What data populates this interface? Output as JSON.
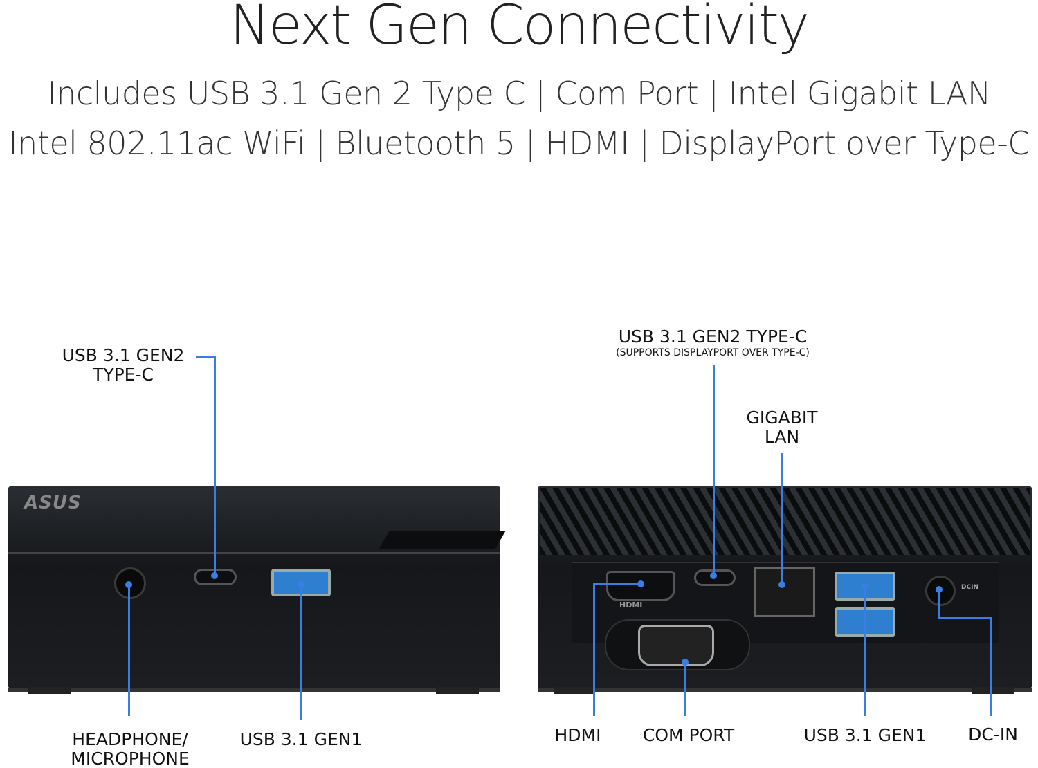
{
  "header": {
    "title": "Next Gen Connectivity",
    "line1": "Includes USB 3.1 Gen 2 Type C  |  Com Port  |  Intel Gigabit LAN",
    "line2": "Intel 802.11ac WiFi  |  Bluetooth 5  |  HDMI  |  DisplayPort over Type-C"
  },
  "front": {
    "brand": "ASUS",
    "labels": {
      "typec_1": "USB 3.1 GEN2",
      "typec_2": "TYPE-C",
      "audio_1": "HEADPHONE/",
      "audio_2": "MICROPHONE",
      "usb": "USB 3.1 GEN1"
    }
  },
  "rear": {
    "labels": {
      "typec": "USB 3.1 GEN2 TYPE-C",
      "typec_note": "(SUPPORTS DISPLAYPORT OVER TYPE-C)",
      "lan_1": "GIGABIT",
      "lan_2": "LAN",
      "hdmi": "HDMI",
      "com": "COM PORT",
      "usb": "USB 3.1 GEN1",
      "dc": "DC-IN"
    },
    "port_marks": {
      "hdmi": "HDMI",
      "dcin": "DCIN"
    }
  },
  "colors": {
    "leader": "#3a7de3",
    "device": "#1b1d20",
    "usb_blue": "#2f7fd1"
  }
}
